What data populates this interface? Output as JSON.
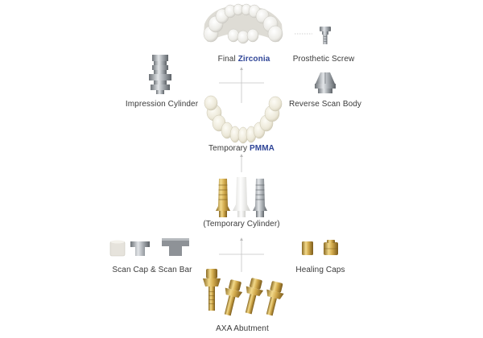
{
  "labels": {
    "final_prefix": "Final",
    "final_material": "Zirconia",
    "prosthetic_screw": "Prosthetic Screw",
    "impression_cylinder": "Impression Cylinder",
    "reverse_scan_body": "Reverse Scan Body",
    "temporary_prefix": "Temporary",
    "temporary_material": "PMMA",
    "temporary_cylinder": "(Temporary Cylinder)",
    "scan_cap_bar": "Scan Cap & Scan Bar",
    "healing_caps": "Healing Caps",
    "axa_abutment": "AXA Abutment"
  },
  "colors": {
    "accent": "#2f4597",
    "text": "#3a3a3a",
    "arrow": "#b9b9b9",
    "gold": "#c8a24a",
    "metal": "#9a9ea3",
    "tooth": "#eeece6"
  },
  "icons": [
    "zirconia-arch-icon",
    "prosthetic-screw-icon",
    "impression-cylinder-icon",
    "reverse-scan-body-icon",
    "pmma-arch-icon",
    "gold-cylinder-icon",
    "white-cylinder-icon",
    "steel-cylinder-icon",
    "scan-cap-icon",
    "scan-bar-icon",
    "healing-cap-icon",
    "axa-abutment-icon"
  ]
}
